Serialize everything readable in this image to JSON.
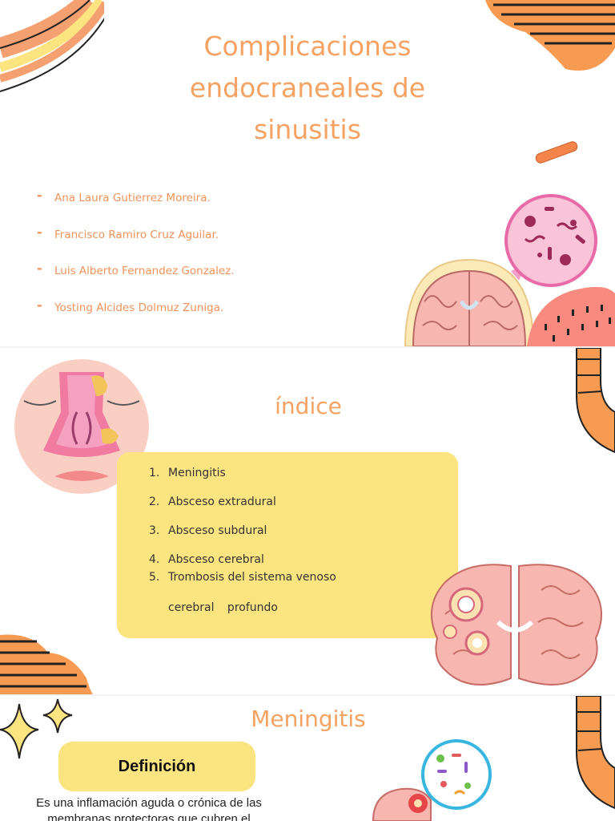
{
  "slide1": {
    "title_lines": [
      "Complicaciones",
      "endocraneales de",
      "sinusitis"
    ],
    "bullet": "-",
    "authors": [
      "Ana Laura Gutierrez Moreira.",
      "Francisco Ramiro Cruz Aguilar.",
      "Luis Alberto Fernandez Gonzalez.",
      "Yosting Alcides Dolmuz Zuniga."
    ]
  },
  "slide2": {
    "title": "índice",
    "items": [
      {
        "num": "1.",
        "label": "Meningitis"
      },
      {
        "num": "2.",
        "label": "Absceso extradural"
      },
      {
        "num": "3.",
        "label": "Absceso subdural"
      },
      {
        "num": "4.",
        "label": "Absceso cerebral"
      },
      {
        "num": "5.",
        "label": "Trombosis del sistema venoso"
      }
    ],
    "item5_continuation": "cerebral profundo"
  },
  "slide3": {
    "title": "Meningitis",
    "definition_label": "Definición",
    "definition_text": "Es una inflamación aguda o crónica de las membranas protectoras que cubren el"
  },
  "colors": {
    "accent_orange": "#f5a263",
    "highlight_yellow": "#fce580",
    "stripe_orange": "#f79a52",
    "pink": "#f8b6b0"
  }
}
